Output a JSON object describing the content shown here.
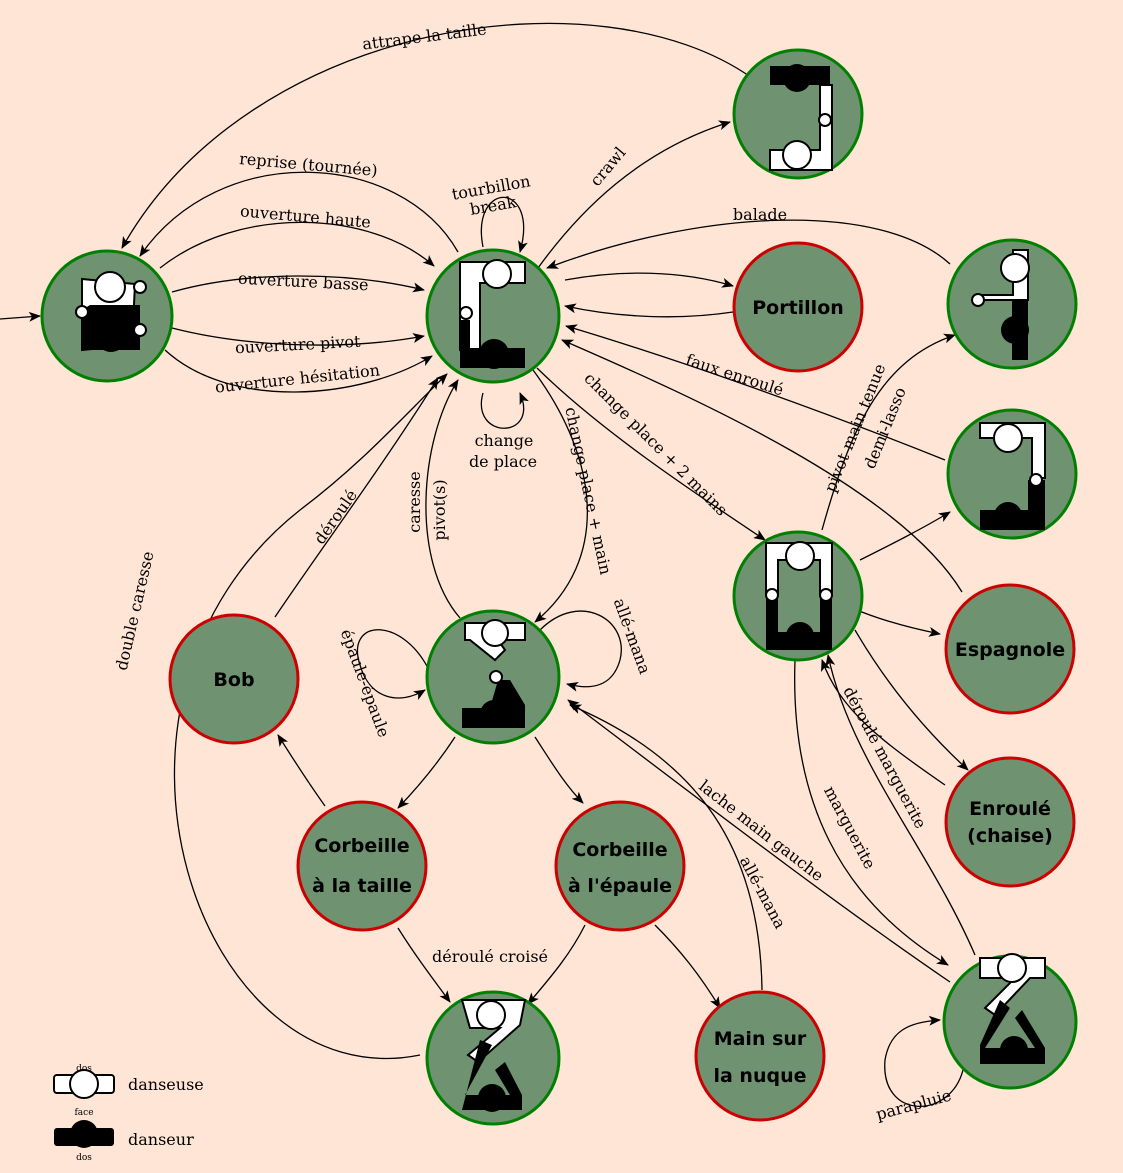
{
  "nodes": {
    "bob": "Bob",
    "portillon": "Portillon",
    "espagnole": "Espagnole",
    "enroule": [
      "Enroulé",
      "(chaise)"
    ],
    "corbeille_taille": [
      "Corbeille",
      "à la taille"
    ],
    "corbeille_epaule": [
      "Corbeille",
      "à l'épaule"
    ],
    "main_nuque": [
      "Main sur",
      "la nuque"
    ]
  },
  "edges": {
    "attrape_taille": "attrape la taille",
    "reprise": "reprise (tournée)",
    "ouverture_haute": "ouverture haute",
    "ouverture_basse": "ouverture basse",
    "ouverture_pivot": "ouverture pivot",
    "ouverture_hesitation": "ouverture hésitation",
    "tourbillon": "tourbillon",
    "break": "break",
    "crawl": "crawl",
    "balade": "balade",
    "faux_enroule": "faux enroulé",
    "change_de": "change",
    "change_place": "de place",
    "change_place_2": "change place + 2 mains",
    "change_place_main": "change place + main",
    "pivot_main_tenue": "pivot main tenue",
    "demi_lasso": "demi-lasso",
    "deroule": "déroulé",
    "caresse": "caresse",
    "pivots": "pivot(s)",
    "double_caresse": "double caresse",
    "epaule_epaule": "épaule-épaule",
    "alle_mana": "allé-mana",
    "alle_mana_2": "allé-mana",
    "lache_main": "lache main gauche",
    "deroule_croise": "déroulé croisé",
    "marguerite": "marguerite",
    "deroule_marguerite": "déroulé marguerite",
    "parapluie": "parapluie"
  },
  "legend": {
    "top_dos": "dos",
    "danseuse": "danseuse",
    "face": "face",
    "danseur": "danseur",
    "bottom_dos": "dos"
  },
  "colors": {
    "background": "#ffe5d5",
    "node_fill": "#6f9270",
    "green_border": "#008000",
    "red_border": "#cc0000"
  }
}
